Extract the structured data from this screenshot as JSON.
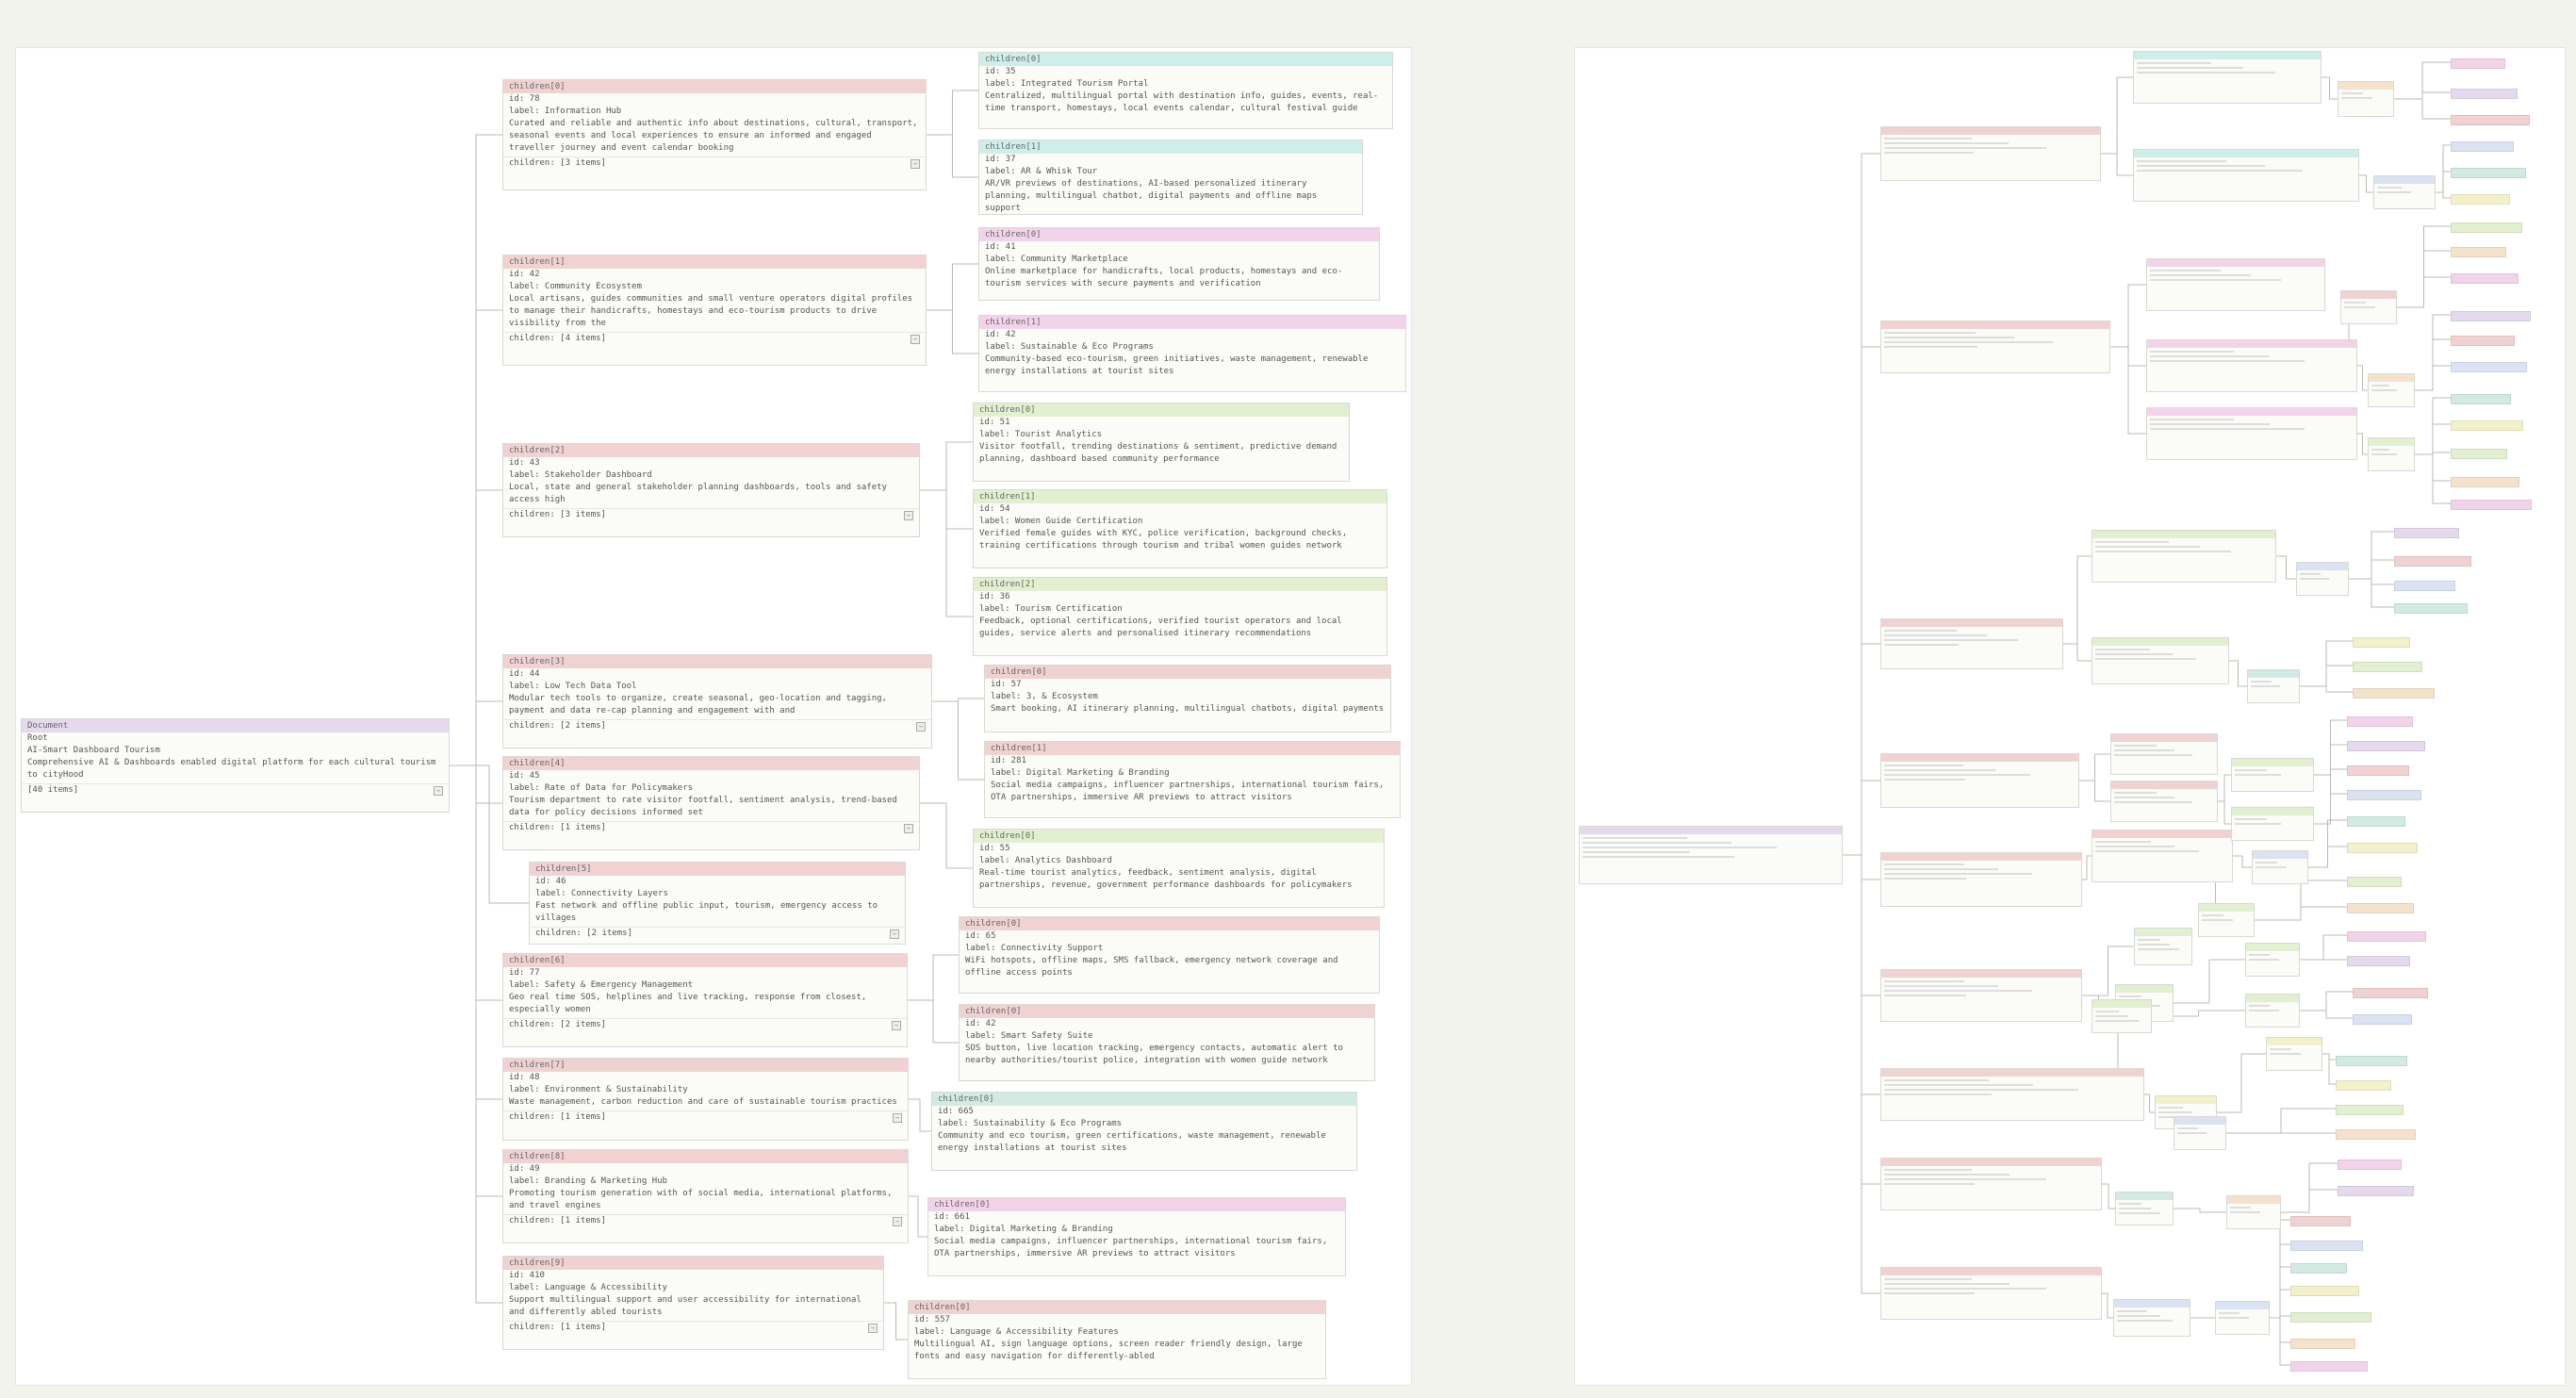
{
  "colors": {
    "purple": "#e5d9ee",
    "red": "#f0d2d2",
    "cyan": "#cdeee9",
    "green": "#e2efd0",
    "pink": "#f3d3e9",
    "teal": "#d2eae3",
    "blue": "#dbe3f3",
    "orange": "#f5e2cc",
    "yellow": "#f3f0cc",
    "link": "#b9b9b2"
  },
  "left_tree": {
    "root": {
      "header": "Document",
      "id": "Root",
      "label": "AI-Smart Dashboard Tourism",
      "description": "Comprehensive AI & Dashboards enabled digital platform for each cultural tourism to cityHood",
      "children": "[40 items]"
    },
    "level1": [
      {
        "header": "children[0]",
        "id": "id: 78",
        "label": "label: Information Hub",
        "description": "Curated and reliable and authentic info about destinations, cultural, transport, seasonal events and local experiences to ensure an informed and engaged traveller journey and event calendar booking",
        "children": "children: [3 items]"
      },
      {
        "header": "children[1]",
        "id": "id: 42",
        "label": "label: Community Ecosystem",
        "description": "Local artisans, guides communities and small venture operators digital profiles to manage their handicrafts, homestays and eco-tourism products to drive visibility from the",
        "children": "children: [4 items]"
      },
      {
        "header": "children[2]",
        "id": "id: 43",
        "label": "label: Stakeholder Dashboard",
        "description": "Local, state and general stakeholder planning dashboards, tools and safety access high",
        "children": "children: [3 items]"
      },
      {
        "header": "children[3]",
        "id": "id: 44",
        "label": "label: Low Tech Data Tool",
        "description": "Modular tech tools to organize, create seasonal, geo-location and tagging, payment and data re-cap planning and engagement with and",
        "children": "children: [2 items]"
      },
      {
        "header": "children[4]",
        "id": "id: 45",
        "label": "label: Rate of Data for Policymakers",
        "description": "Tourism department to rate visitor footfall, sentiment analysis, trend-based data for policy decisions informed set",
        "children": "children: [1 items]"
      },
      {
        "header": "children[5]",
        "id": "id: 46",
        "label": "label: Connectivity Layers",
        "description": "Fast network and offline public input, tourism, emergency access to villages",
        "children": "children: [2 items]"
      },
      {
        "header": "children[6]",
        "id": "id: 77",
        "label": "label: Safety & Emergency Management",
        "description": "Geo real time SOS, helplines and live tracking, response from closest, especially women",
        "children": "children: [2 items]"
      },
      {
        "header": "children[7]",
        "id": "id: 48",
        "label": "label: Environment & Sustainability",
        "description": "Waste management, carbon reduction and care of sustainable tourism practices",
        "children": "children: [1 items]"
      },
      {
        "header": "children[8]",
        "id": "id: 49",
        "label": "label: Branding & Marketing Hub",
        "description": "Promoting tourism generation with of social media, international platforms, and travel engines",
        "children": "children: [1 items]"
      },
      {
        "header": "children[9]",
        "id": "id: 410",
        "label": "label: Language & Accessibility",
        "description": "Support multilingual support and user accessibility for international and differently abled tourists",
        "children": "children: [1 items]"
      }
    ],
    "level2": [
      {
        "header": "children[0]",
        "id": "id: 35",
        "label": "label: Integrated Tourism Portal",
        "description": "Centralized, multilingual portal with destination info, guides, events, real-time transport, homestays, local events calendar, cultural festival guide"
      },
      {
        "header": "children[1]",
        "id": "id: 37",
        "label": "label: AR & Whisk Tour",
        "description": "AR/VR previews of destinations, AI-based personalized itinerary planning, multilingual chatbot, digital payments and offline maps support"
      },
      {
        "header": "children[0]",
        "id": "id: 41",
        "label": "label: Community Marketplace",
        "description": "Online marketplace for handicrafts, local products, homestays and eco-tourism services with secure payments and verification"
      },
      {
        "header": "children[1]",
        "id": "id: 42",
        "label": "label: Sustainable & Eco Programs",
        "description": "Community-based eco-tourism, green initiatives, waste management, renewable energy installations at tourist sites"
      },
      {
        "header": "children[0]",
        "id": "id: 51",
        "label": "label: Tourist Analytics",
        "description": "Visitor footfall, trending destinations & sentiment, predictive demand planning, dashboard based community performance"
      },
      {
        "header": "children[1]",
        "id": "id: 54",
        "label": "label: Women Guide Certification",
        "description": "Verified female guides with KYC, police verification, background checks, training certifications through tourism and tribal women guides network"
      },
      {
        "header": "children[2]",
        "id": "id: 36",
        "label": "label: Tourism Certification",
        "description": "Feedback, optional certifications, verified tourist operators and local guides, service alerts and personalised itinerary recommendations"
      },
      {
        "header": "children[0]",
        "id": "id: 57",
        "label": "label: 3, & Ecosystem",
        "description": "Smart booking, AI itinerary planning, multilingual chatbots, digital payments"
      },
      {
        "header": "children[1]",
        "id": "id: 281",
        "label": "label: Digital Marketing & Branding",
        "description": "Social media campaigns, influencer partnerships, international tourism fairs, OTA partnerships, immersive AR previews to attract visitors"
      },
      {
        "header": "children[0]",
        "id": "id: 55",
        "label": "label: Analytics Dashboard",
        "description": "Real-time tourist analytics, feedback, sentiment analysis, digital partnerships, revenue, government performance dashboards for policymakers"
      },
      {
        "header": "children[0]",
        "id": "id: 65",
        "label": "label: Connectivity Support",
        "description": "WiFi hotspots, offline maps, SMS fallback, emergency network coverage and offline access points"
      },
      {
        "header": "children[0]",
        "id": "id: 42",
        "label": "label: Smart Safety Suite",
        "description": "SOS button, live location tracking, emergency contacts, automatic alert to nearby authorities/tourist police, integration with women guide network"
      },
      {
        "header": "children[0]",
        "id": "id: 665",
        "label": "label: Sustainability & Eco Programs",
        "description": "Community and eco tourism, green certifications, waste management, renewable energy installations at tourist sites"
      },
      {
        "header": "children[0]",
        "id": "id: 661",
        "label": "label: Digital Marketing & Branding",
        "description": "Social media campaigns, influencer partnerships, international tourism fairs, OTA partnerships, immersive AR previews to attract visitors"
      },
      {
        "header": "children[0]",
        "id": "id: 557",
        "label": "label: Language & Accessibility Features",
        "description": "Multilingual AI, sign language options, screen reader friendly design, large fonts and easy navigation for differently-abled"
      }
    ]
  }
}
